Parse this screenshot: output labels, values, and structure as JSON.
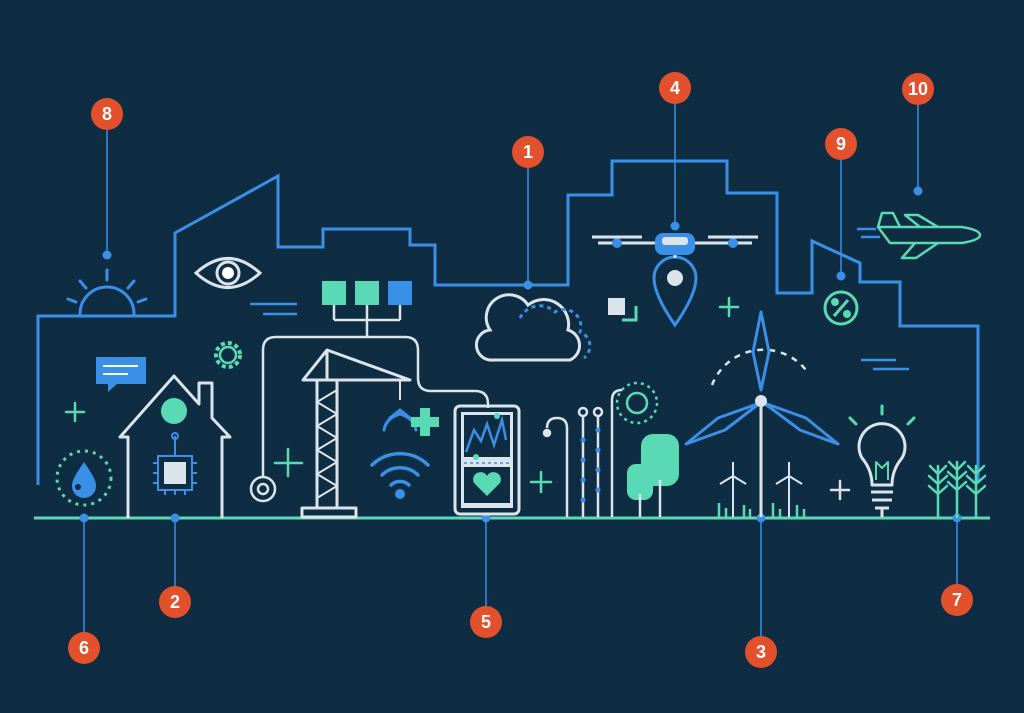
{
  "colors": {
    "background": "#0f2d42",
    "skyline": "#3a8fe6",
    "ground": "#5ad9b5",
    "line_white": "#dbe4ea",
    "accent_teal": "#5ad9b5",
    "accent_blue": "#3a8fe6",
    "badge": "#e2512c",
    "callout": "#3a8fe6"
  },
  "callouts": [
    {
      "number": "1",
      "target": "cloud-icon"
    },
    {
      "number": "2",
      "target": "smart-home-icon"
    },
    {
      "number": "3",
      "target": "wind-turbine-icon"
    },
    {
      "number": "4",
      "target": "drone-icon"
    },
    {
      "number": "5",
      "target": "health-tablet-icon"
    },
    {
      "number": "6",
      "target": "water-drop-icon"
    },
    {
      "number": "7",
      "target": "crops-icon"
    },
    {
      "number": "8",
      "target": "sunrise-icon"
    },
    {
      "number": "9",
      "target": "percent-icon"
    },
    {
      "number": "10",
      "target": "airplane-icon"
    }
  ]
}
